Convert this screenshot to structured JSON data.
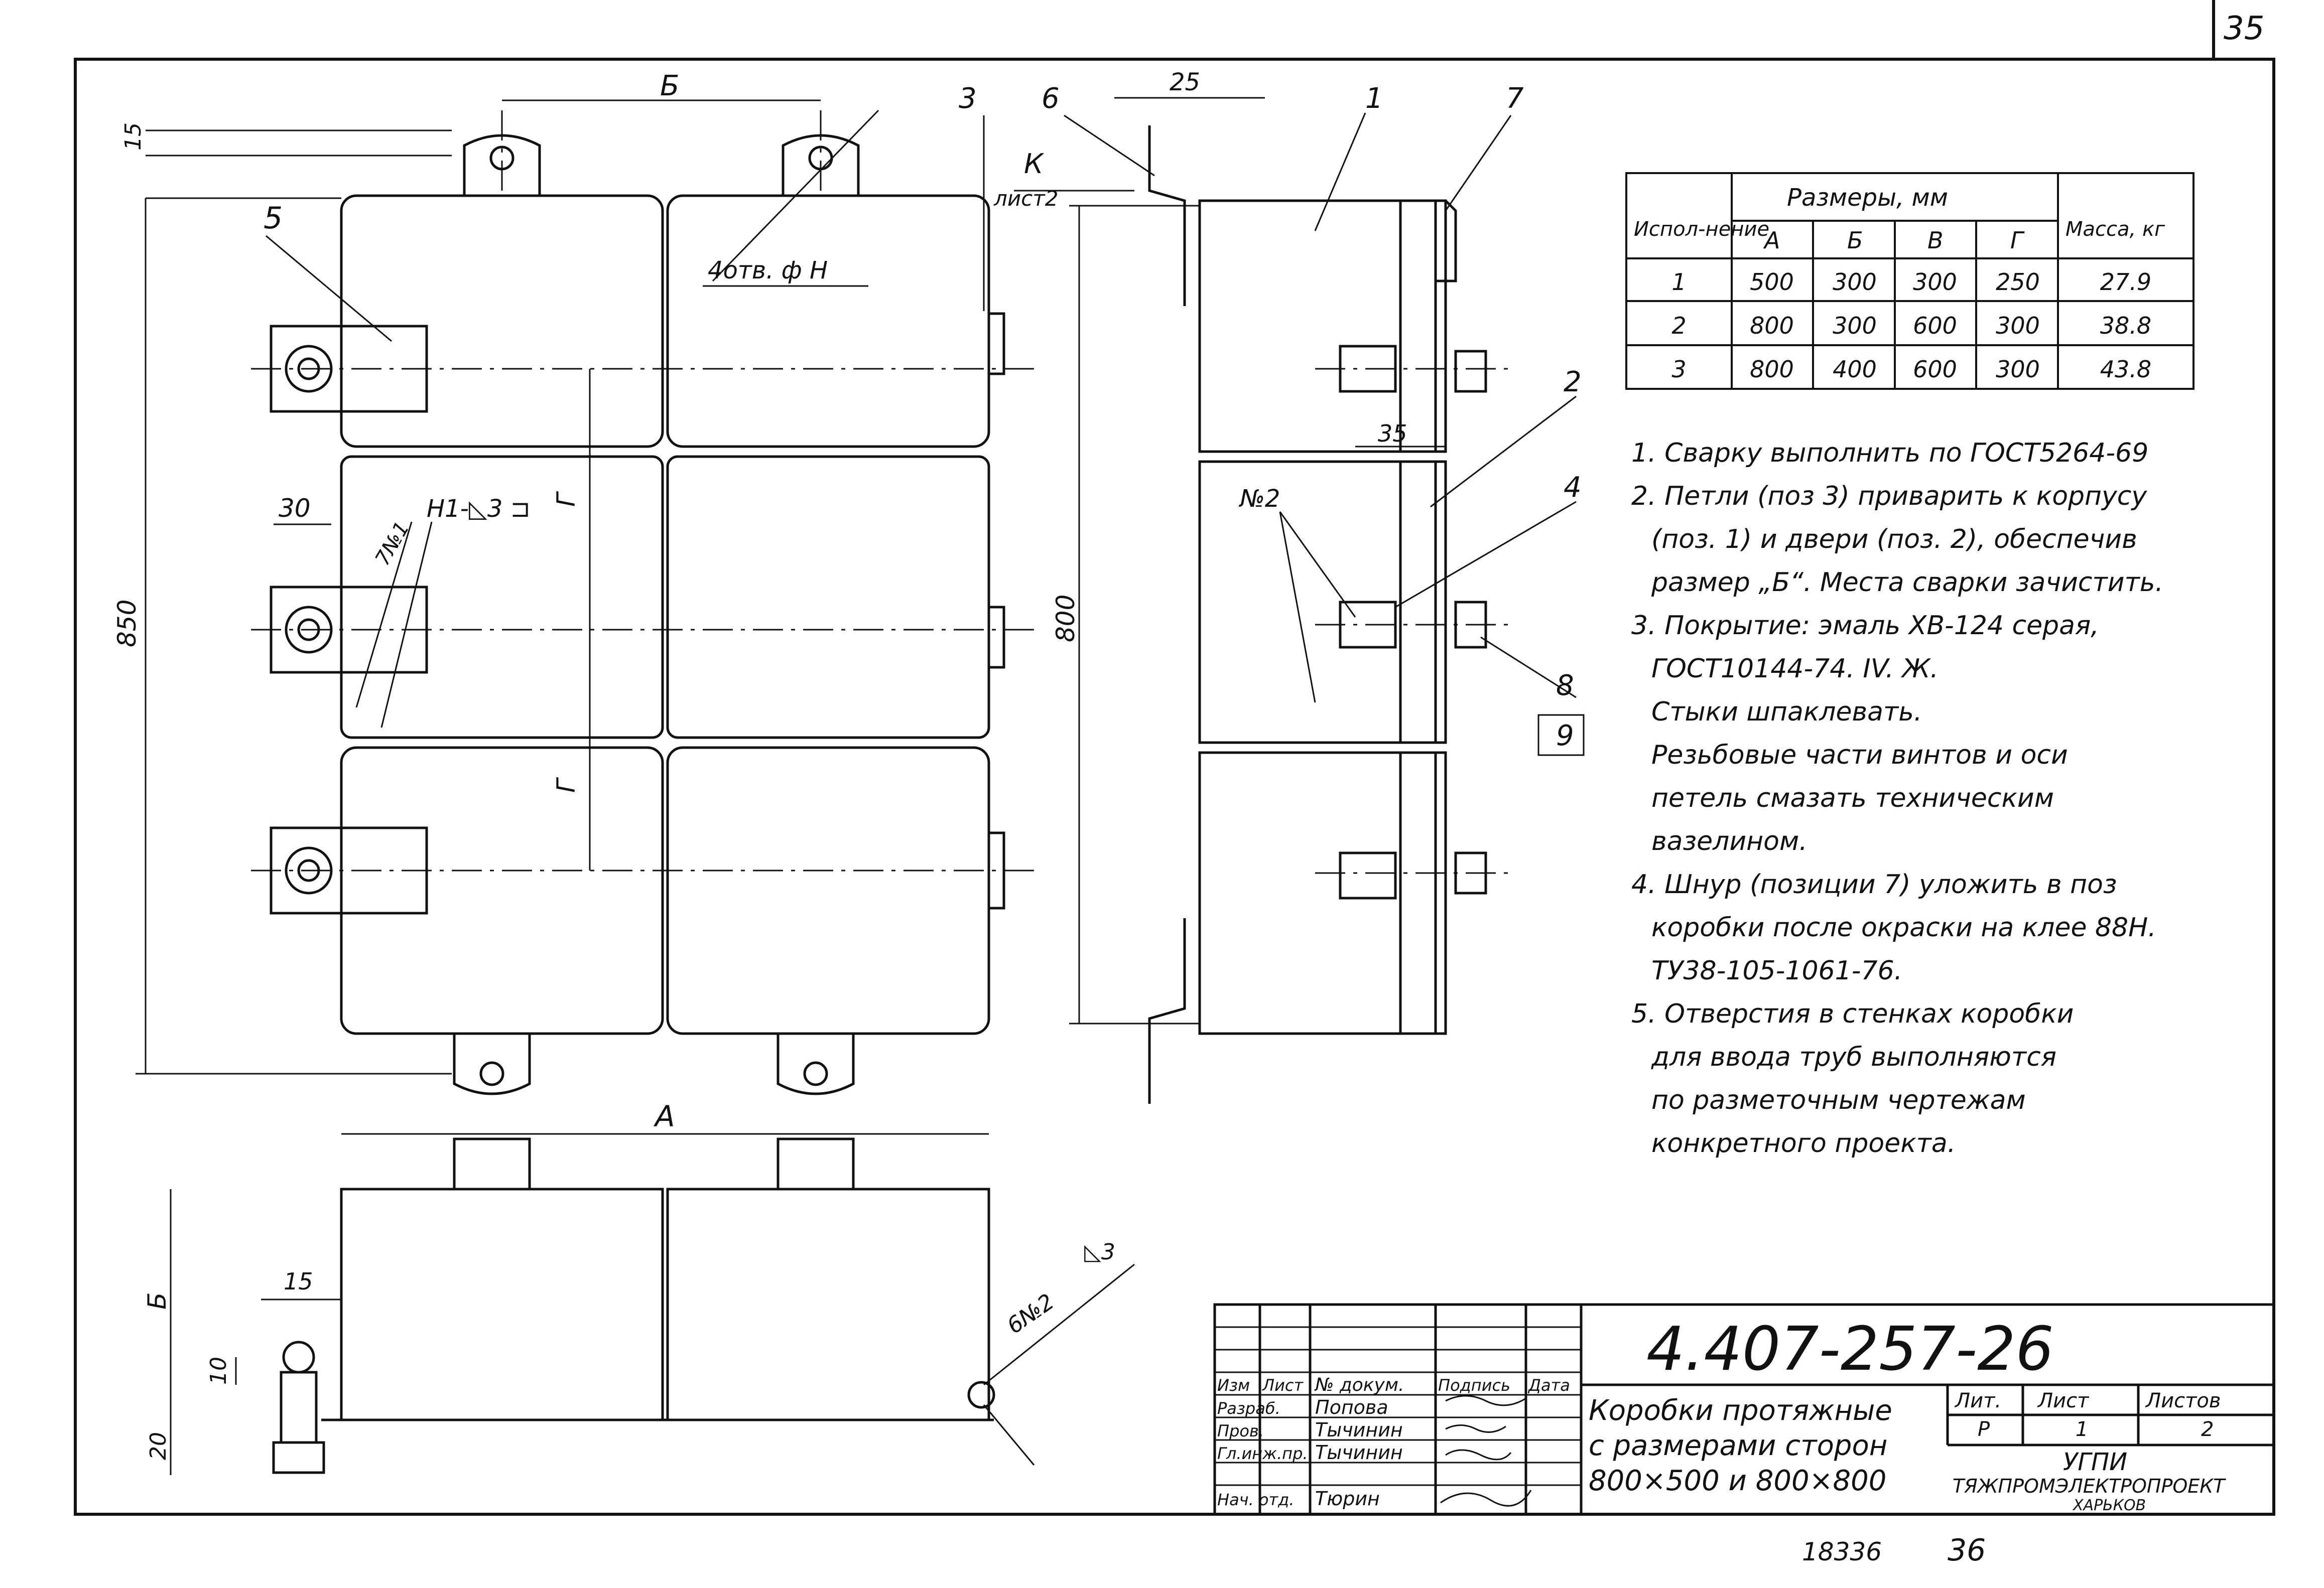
{
  "sheet": {
    "page_number": "35",
    "footer_inventory": "18336",
    "footer_page": "36"
  },
  "drawing": {
    "dim_B": "Б",
    "dim_A": "А",
    "dim_G1": "Г",
    "dim_G2": "Г",
    "dim_V_bottom": "Б",
    "dim_15_top": "15",
    "dim_850": "850",
    "dim_800": "800",
    "dim_25": "25",
    "dim_35": "35",
    "dim_30": "30",
    "dim_15_bottom": "15",
    "dim_10": "10",
    "dim_20": "20",
    "holes_note": "4отв. ф Н",
    "weld_note_1": "H1-◺3 ⊐",
    "weld_note_1_count": "7№1",
    "weld_note_2": "№2",
    "weld_note_3": "6№2",
    "weld_note_3_leg": "◺3",
    "view_arrow": "К",
    "view_sheet": "лист2",
    "pos": [
      "1",
      "2",
      "3",
      "4",
      "5",
      "6",
      "7",
      "8",
      "9"
    ]
  },
  "table": {
    "head_variant": "Испол-нение",
    "head_sizes": "Размеры, мм",
    "head_mass": "Масса, кг",
    "cols": [
      "А",
      "Б",
      "В",
      "Г"
    ],
    "rows": [
      [
        "1",
        "500",
        "300",
        "300",
        "250",
        "27.9"
      ],
      [
        "2",
        "800",
        "300",
        "600",
        "300",
        "38.8"
      ],
      [
        "3",
        "800",
        "400",
        "600",
        "300",
        "43.8"
      ]
    ]
  },
  "notes": [
    "1. Сварку выполнить по ГОСТ5264-69",
    "2. Петли (поз 3) приварить к корпусу",
    "(поз. 1) и двери (поз. 2), обеспечив",
    "размер „Б“. Места сварки зачистить.",
    "3. Покрытие: эмаль ХВ-124 серая,",
    "ГОСТ10144-74. IV. Ж.",
    "Стыки шпаклевать.",
    "Резьбовые части винтов и оси",
    "петель смазать техническим",
    "вазелином.",
    "4. Шнур (позиции 7) уложить в поз",
    "коробки после окраски на клее 88Н.",
    "ТУ38-105-1061-76.",
    "5. Отверстия в стенках коробки",
    "для ввода труб выполняются",
    "по разметочным чертежам",
    "конкретного проекта."
  ],
  "title_block": {
    "doc_code": "4.407-257-26",
    "title_lines": [
      "Коробки протяжные",
      "с размерами сторон",
      "800×500 и 800×800"
    ],
    "hdr_izm": "Изм",
    "hdr_list": "Лист",
    "hdr_doc": "№ докум.",
    "hdr_sign": "Подпись",
    "hdr_date": "Дата",
    "roles": [
      {
        "role": "Разраб.",
        "name": "Попова"
      },
      {
        "role": "Пров.",
        "name": "Тычинин"
      },
      {
        "role": "Гл.инж.пр.",
        "name": "Тычинин"
      },
      {
        "role": "Нач. отд.",
        "name": "Тюрин"
      }
    ],
    "lit_label": "Лит.",
    "sheet_label": "Лист",
    "sheets_label": "Листов",
    "lit_value": "Р",
    "sheet_value": "1",
    "sheets_value": "2",
    "org_line1": "УГПИ",
    "org_line2": "ТЯЖПРОМЭЛЕКТРОПРОЕКТ",
    "org_line3": "ХАРЬКОВ"
  }
}
